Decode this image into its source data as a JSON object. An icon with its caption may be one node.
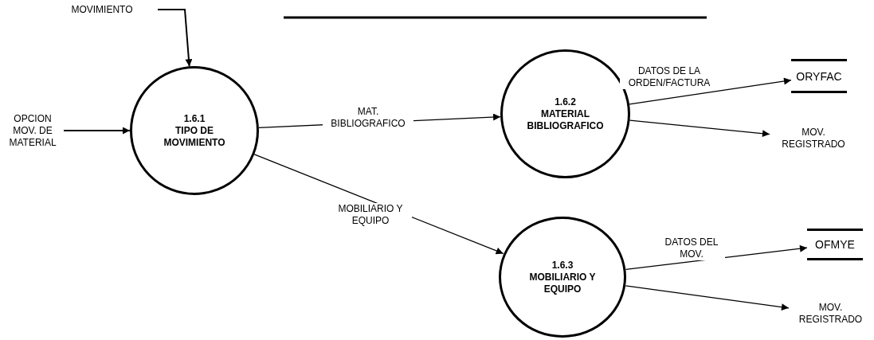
{
  "diagram": {
    "nodes": [
      {
        "text": [
          "MOVIMIENTO"
        ]
      },
      {
        "text": [
          "OPCION MOV. DE MATERIAL"
        ]
      },
      {
        "text": [
          "1.6.1",
          "TIPO DE MOVIMIENTO"
        ]
      },
      {
        "text": [
          "1.6.2",
          "MATERIAL BIBLIOGRAFICO"
        ]
      },
      {
        "text": [
          "ORYFAC"
        ]
      },
      {
        "text": [
          "MOV. REGISTRADO"
        ]
      },
      {
        "text": [
          "1.6.3",
          "MOBILIARIO Y EQUIPO"
        ]
      },
      {
        "text": [
          "OFMYE"
        ]
      },
      {
        "text": [
          "MOV. REGISTRADO"
        ]
      }
    ],
    "edges": [
      {
        "from": 0,
        "to": 2,
        "arrow": "to"
      },
      {
        "from": 1,
        "to": 2,
        "arrow": "to"
      },
      {
        "from": 2,
        "to": 3,
        "arrow": "to",
        "label": "MAT. BIBLIOGRAFICO"
      },
      {
        "from": 2,
        "to": 6,
        "arrow": "to",
        "label": "MOBILIARIO Y EQUIPO"
      },
      {
        "from": 3,
        "to": 4,
        "arrow": "to",
        "label": "DATOS DE LA ORDEN/FACTURA"
      },
      {
        "from": 3,
        "to": 5,
        "arrow": "to"
      },
      {
        "from": 6,
        "to": 7,
        "arrow": "to",
        "label": "DATOS DEL MOV."
      },
      {
        "from": 6,
        "to": 8,
        "arrow": "to"
      }
    ]
  }
}
